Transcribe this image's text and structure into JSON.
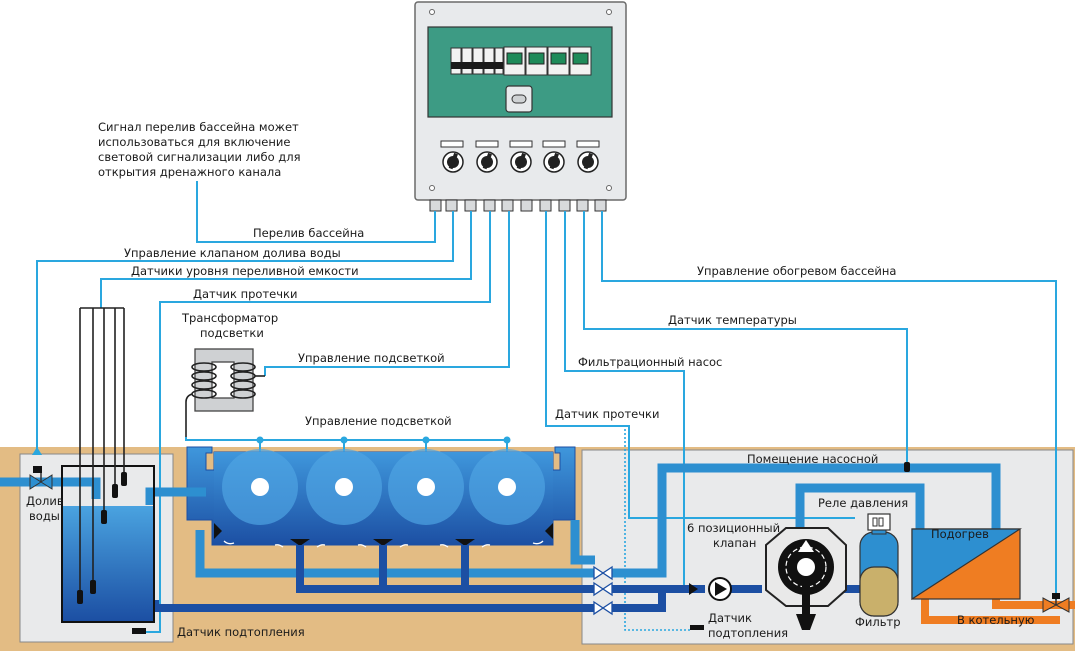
{
  "note": {
    "lines": [
      "Сигнал перелив бассейна может",
      "использоваться для включение",
      "световой сигнализации либо для",
      "открытия дренажного канала"
    ]
  },
  "wires": {
    "overflow": "Перелив бассейна",
    "refill_valve_control": "Управление клапаном долива воды",
    "tank_level_sensors": "Датчики уровня переливной емкости",
    "leak_sensor_left": "Датчик протечки",
    "lighting_control_transformer": "Управление подсветкой",
    "lighting_control_pool": "Управление подсветкой",
    "pool_heating_control": "Управление обогревом бассейна",
    "temperature_sensor": "Датчик температуры",
    "filtration_pump": "Фильтрационный насос",
    "leak_sensor_right": "Датчик протечки"
  },
  "components": {
    "transformer": [
      "Трансформатор",
      "подсветки"
    ],
    "refill": [
      "Долив",
      "воды"
    ],
    "flood_sensor_left": "Датчик подтопления",
    "pump_room": "Помещение насосной",
    "pressure_relay": "Реле давления",
    "six_way_valve": [
      "6 позиционный",
      "клапан"
    ],
    "heater": "Подогрев",
    "flood_sensor_right": [
      "Датчик",
      "подтопления"
    ],
    "filter": "Фильтр",
    "to_boiler": "В котельную"
  },
  "colors": {
    "ground": "#e3bc84",
    "room": "#e9eaeb",
    "wire": "#2aa7df",
    "pipe_light": "#2d8fd0",
    "pipe_dark": "#1c4fa3",
    "water": "#1e6fc7",
    "hot_water": "#ef7d22",
    "cabinet": "#e8eaec",
    "display": "#3d9b84"
  }
}
